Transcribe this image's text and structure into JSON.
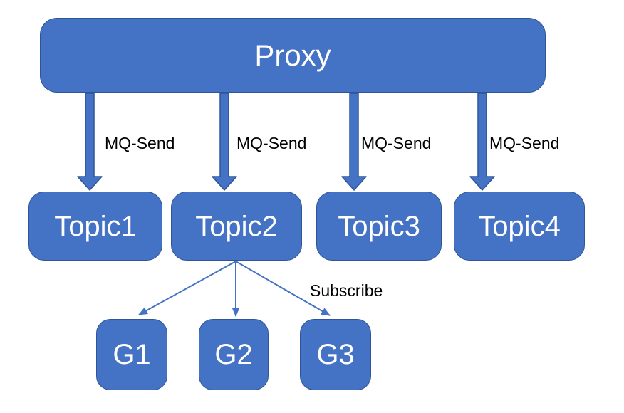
{
  "colors": {
    "background": "#ffffff",
    "node_fill": "#4472C4",
    "node_border": "#2F5597",
    "thin_arrow": "#4472C4",
    "node_text": "#ffffff",
    "edge_label_text": "#000000"
  },
  "nodes": {
    "proxy": {
      "label": "Proxy"
    },
    "topics": [
      {
        "label": "Topic1"
      },
      {
        "label": "Topic2"
      },
      {
        "label": "Topic3"
      },
      {
        "label": "Topic4"
      }
    ],
    "groups": [
      {
        "label": "G1"
      },
      {
        "label": "G2"
      },
      {
        "label": "G3"
      }
    ]
  },
  "edges": {
    "send": [
      {
        "from": "Proxy",
        "to": "Topic1",
        "label": "MQ-Send"
      },
      {
        "from": "Proxy",
        "to": "Topic2",
        "label": "MQ-Send"
      },
      {
        "from": "Proxy",
        "to": "Topic3",
        "label": "MQ-Send"
      },
      {
        "from": "Proxy",
        "to": "Topic4",
        "label": "MQ-Send"
      }
    ],
    "subscribe": {
      "from": "Topic2",
      "to": [
        "G1",
        "G2",
        "G3"
      ],
      "label": "Subscribe"
    }
  }
}
